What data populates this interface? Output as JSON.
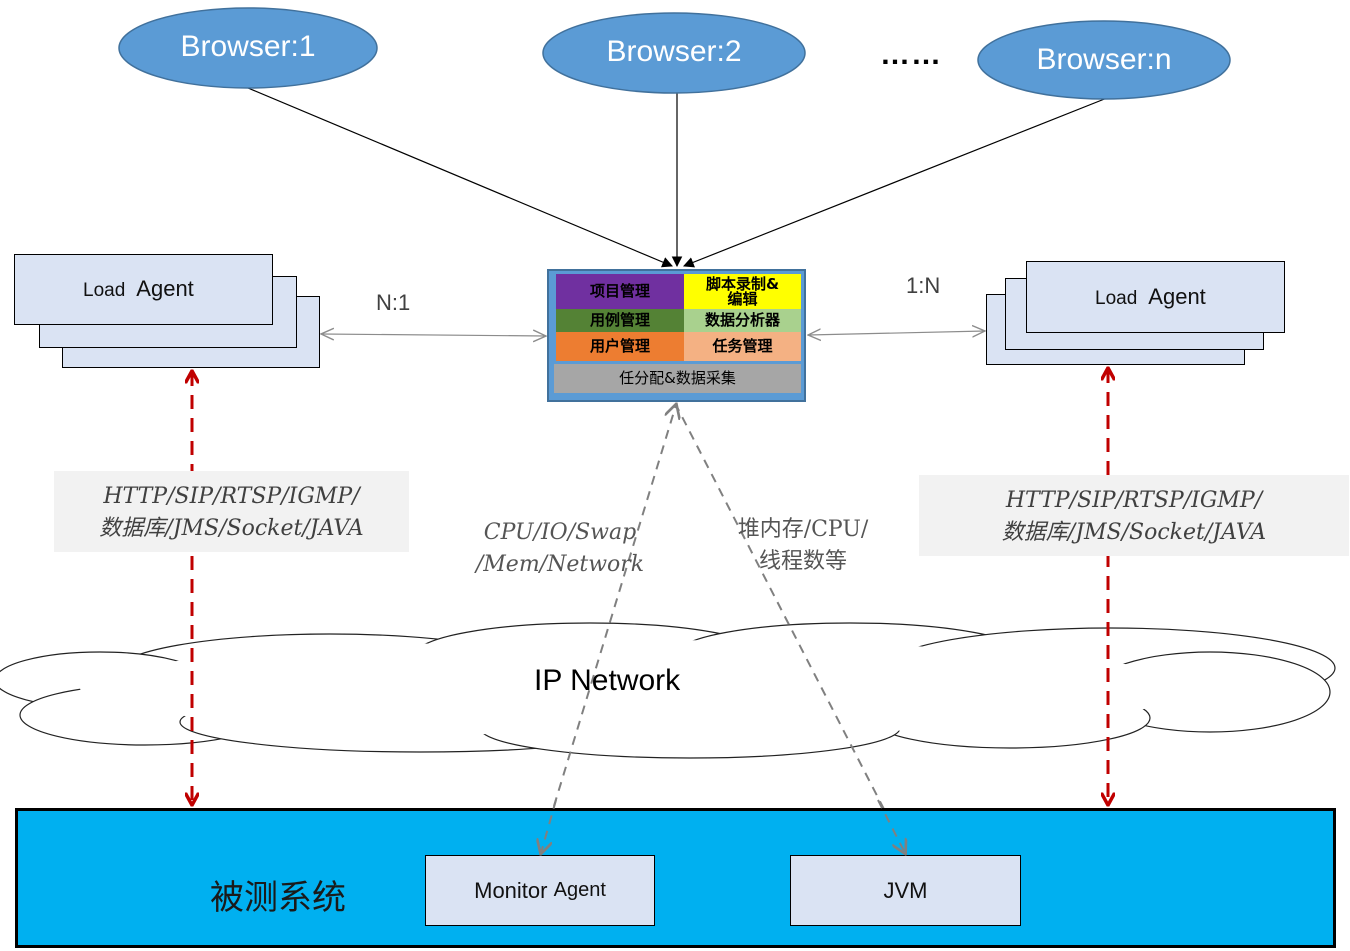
{
  "browsers": [
    {
      "label": "Browser:1"
    },
    {
      "label": "Browser:2"
    },
    {
      "label": "Browser:n"
    }
  ],
  "ellipsis": "……",
  "left_agent": {
    "label_word1": "Load",
    "label_word2": "Agent"
  },
  "right_agent": {
    "label_word1": "Load",
    "label_word2": "Agent"
  },
  "left_ratio": "N:1",
  "right_ratio": "1:N",
  "controller": {
    "cells": [
      {
        "label": "项目管理",
        "color": "#7030a0"
      },
      {
        "label": "脚本录制&编辑",
        "color": "#ffff00"
      },
      {
        "label": "用例管理",
        "color": "#548235"
      },
      {
        "label": "数据分析器",
        "color": "#a9d18e"
      },
      {
        "label": "用户管理",
        "color": "#ed7d31"
      },
      {
        "label": "任务管理",
        "color": "#f4b183"
      },
      {
        "label": "任分配&数据采集",
        "color": "#a6a6a6"
      }
    ]
  },
  "left_protocols": {
    "line1": "HTTP/SIP/RTSP/IGMP/",
    "line2": "数据库/JMS/Socket/JAVA"
  },
  "right_protocols": {
    "line1": "HTTP/SIP/RTSP/IGMP/",
    "line2": "数据库/JMS/Socket/JAVA"
  },
  "os_metrics": {
    "line1": "CPU/IO/Swap",
    "line2": "/Mem/Network"
  },
  "jvm_metrics": {
    "line1": "堆内存/CPU/",
    "line2": "线程数等"
  },
  "network": {
    "label": "IP Network"
  },
  "system_under_test": {
    "title": "被测系统",
    "monitor_agent": {
      "word1": "Monitor",
      "word2": "Agent"
    },
    "jvm": {
      "label": "JVM"
    }
  },
  "colors": {
    "browser_fill": "#5b9bd5",
    "browser_stroke": "#41719c",
    "agent_fill": "#dae3f3",
    "protocol_arrow": "#c00000",
    "monitor_arrow": "#808080",
    "sut_fill": "#00b0f0"
  }
}
